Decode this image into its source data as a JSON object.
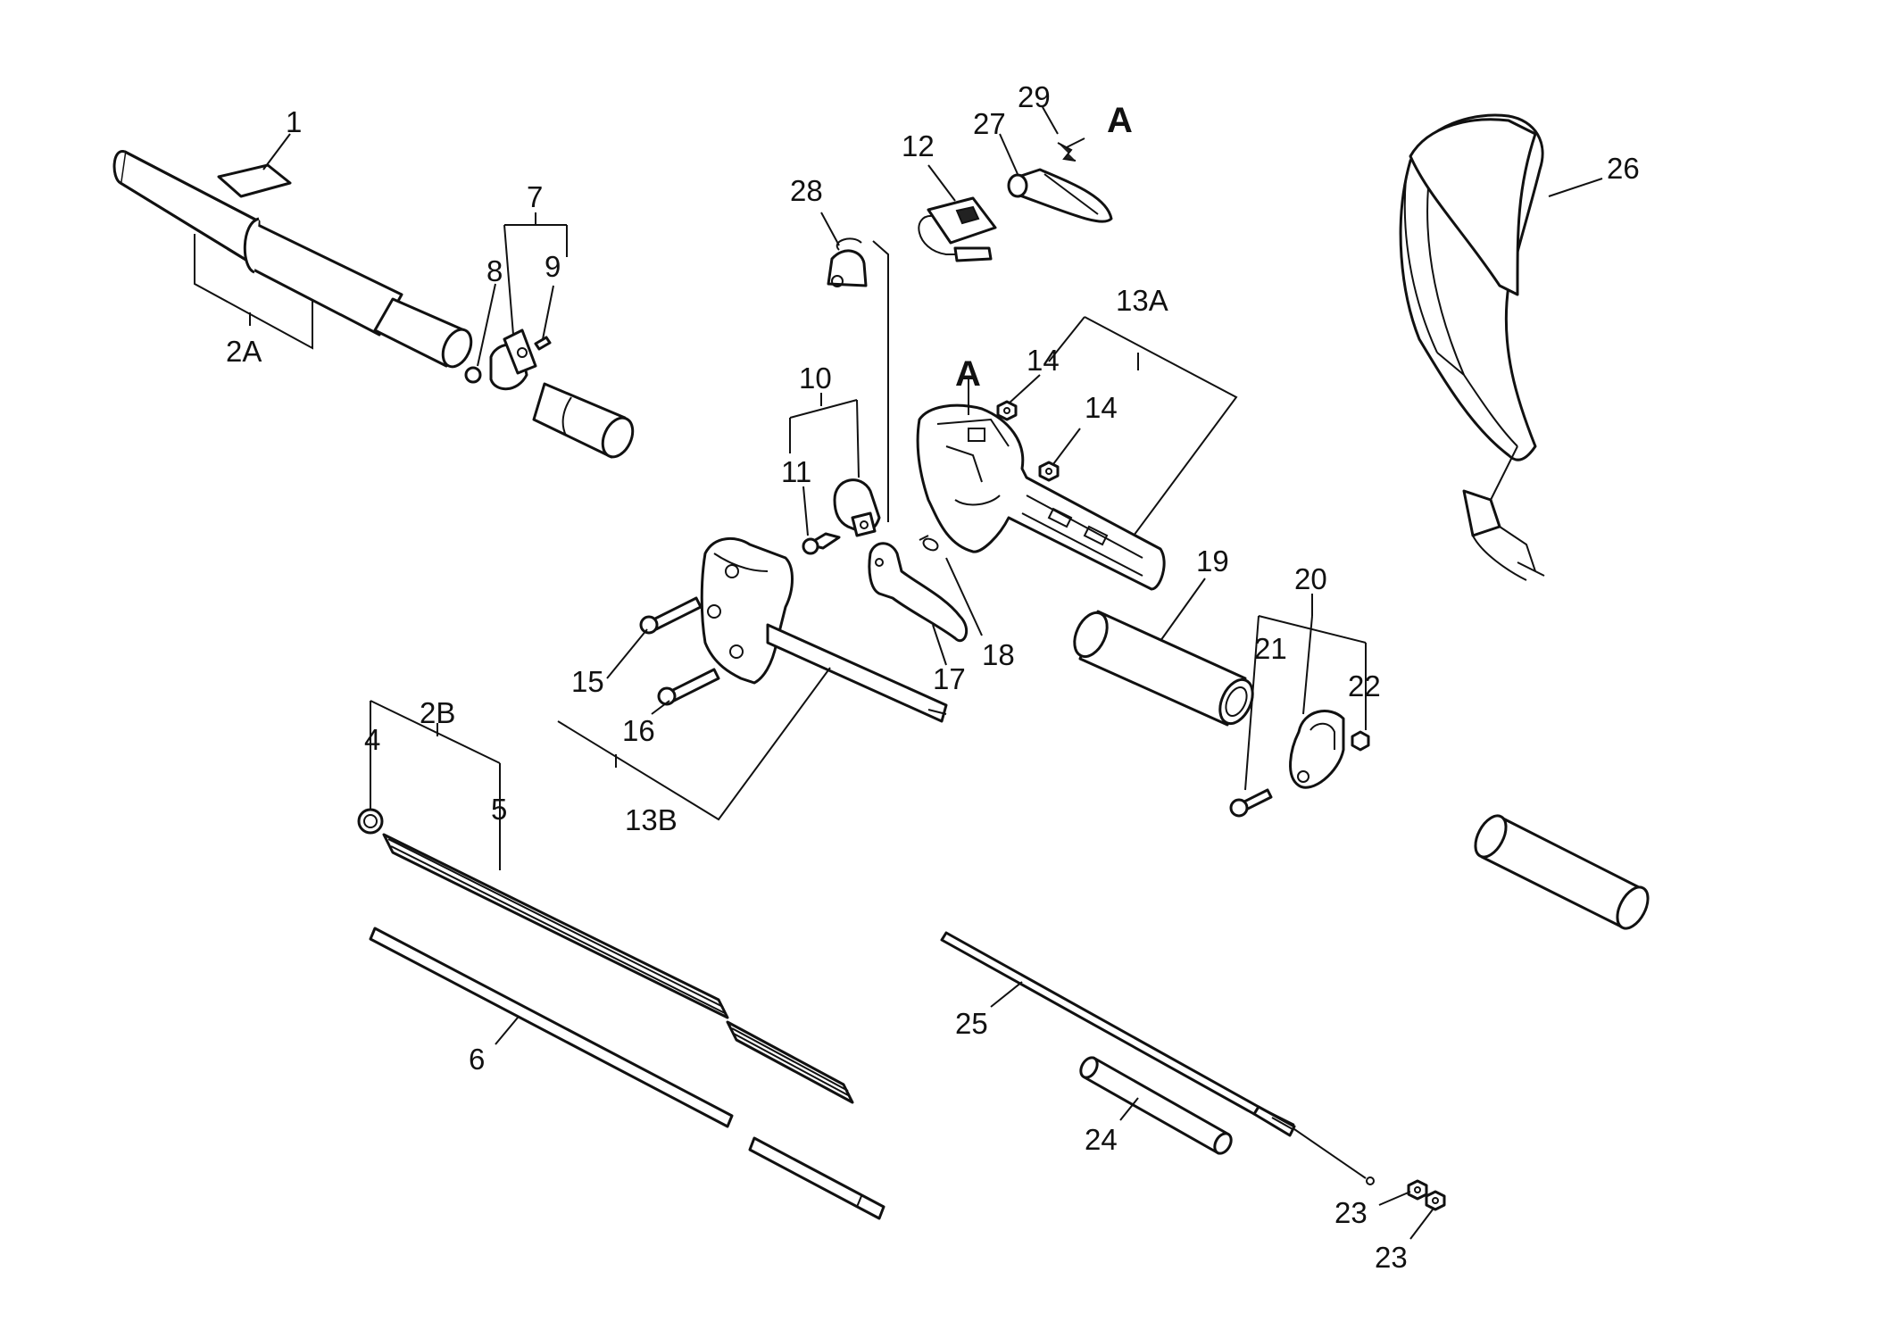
{
  "labels": {
    "l1": "1",
    "l2A": "2A",
    "l2B": "2B",
    "l4": "4",
    "l5": "5",
    "l6": "6",
    "l7": "7",
    "l8": "8",
    "l9": "9",
    "l10": "10",
    "l11": "11",
    "l12": "12",
    "l13A": "13A",
    "l13B": "13B",
    "l14a": "14",
    "l14b": "14",
    "l15": "15",
    "l16": "16",
    "l17": "17",
    "l18": "18",
    "l19": "19",
    "l20": "20",
    "l21": "21",
    "l22": "22",
    "l23a": "23",
    "l23b": "23",
    "l24": "24",
    "l25": "25",
    "l26": "26",
    "l27": "27",
    "l28": "28",
    "l29": "29",
    "refA1": "A",
    "refA2": "A"
  }
}
